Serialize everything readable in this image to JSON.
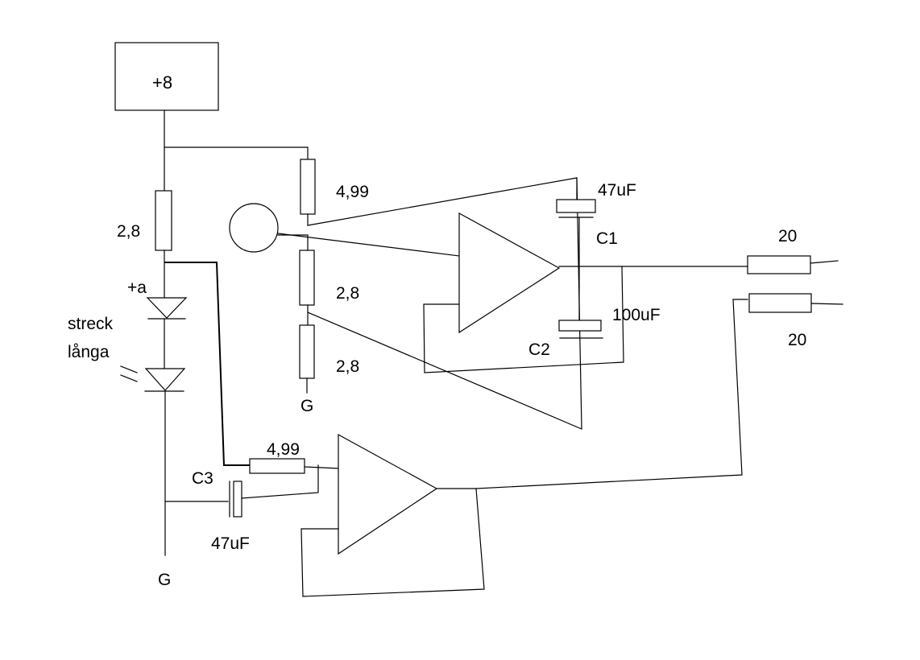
{
  "diagram": {
    "supply_label": "+8",
    "labels": {
      "r_2_8_left": "2,8",
      "plus_a": "+a",
      "streck": "streck",
      "langa": "långa",
      "r_4_99_top": "4,99",
      "r_2_8_mid": "2,8",
      "r_2_8_low": "2,8",
      "ground_mid": "G",
      "c1_value": "47uF",
      "c1_name": "C1",
      "c2_value": "100uF",
      "c2_name": "C2",
      "r_20_top": "20",
      "r_20_bottom": "20",
      "r_4_99_bottom": "4,99",
      "c3_name": "C3",
      "c3_value": "47uF",
      "ground_left": "G"
    }
  }
}
